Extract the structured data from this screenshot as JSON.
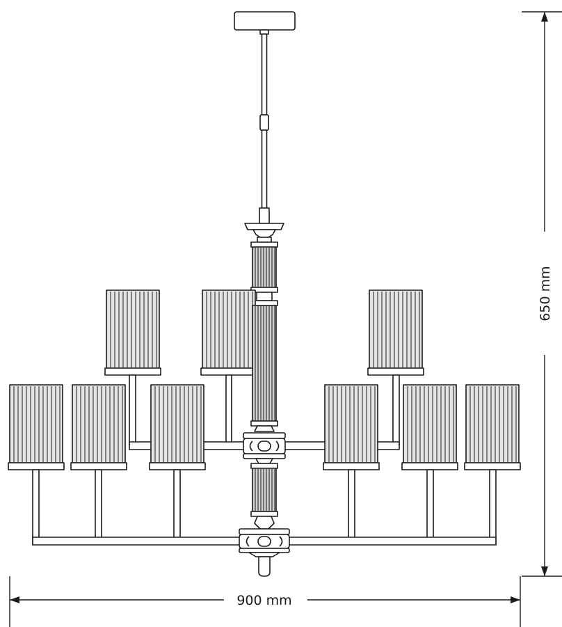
{
  "drawing": {
    "subject": "chandelier",
    "colors": {
      "line": "#1a1a1a",
      "shade_fill": "#ffffff",
      "background": "#ffffff"
    },
    "lower_tier_shade_count": 6,
    "upper_tier_shade_count": 3
  },
  "dimensions": {
    "width": {
      "value": 900,
      "unit": "mm",
      "label": "900 mm"
    },
    "height": {
      "value": 650,
      "unit": "mm",
      "label": "650 mm"
    }
  }
}
